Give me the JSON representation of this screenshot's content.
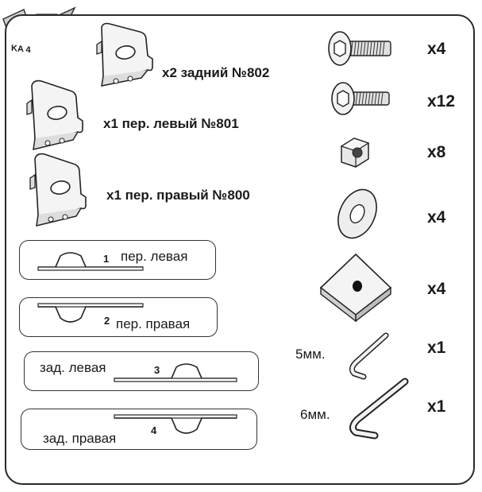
{
  "box_label": "KA 4",
  "brackets": [
    {
      "label": "x2 задний №802"
    },
    {
      "label": "x1 пер. левый №801"
    },
    {
      "label": "x1 пер. правый №800"
    }
  ],
  "plates": [
    {
      "num": "1",
      "label": "пер. левая"
    },
    {
      "num": "2",
      "label": "пер. правая"
    },
    {
      "num": "3",
      "label": "зад. левая"
    },
    {
      "num": "4",
      "label": "зад. правая"
    }
  ],
  "hardware": [
    {
      "item": "long-bolt",
      "qty": "x4"
    },
    {
      "item": "short-bolt",
      "qty": "x12"
    },
    {
      "item": "square-nut",
      "qty": "x8"
    },
    {
      "item": "washer",
      "qty": "x4"
    },
    {
      "item": "square-plate-nut",
      "qty": "x4"
    }
  ],
  "hex_keys": [
    {
      "size": "5мм.",
      "qty": "x1"
    },
    {
      "size": "6мм.",
      "qty": "x1"
    }
  ]
}
